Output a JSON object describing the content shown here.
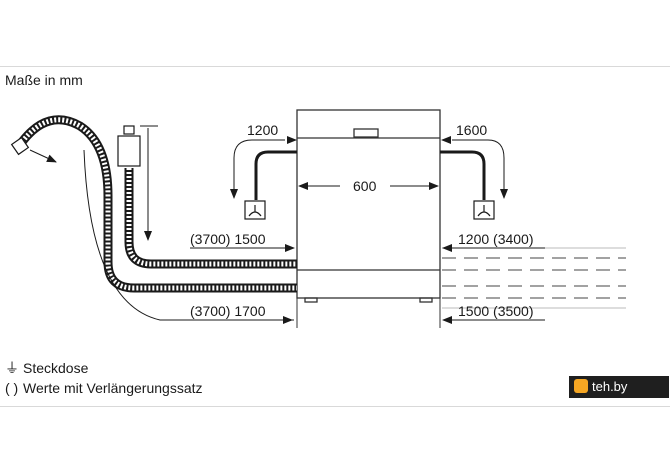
{
  "unit_label": "Maße in mm",
  "dimensions": {
    "left_top": "1200",
    "right_top": "1600",
    "width": "600",
    "left_mid": "(3700) 1500",
    "right_mid": "1200 (3400)",
    "left_bottom": "(3700) 1700",
    "right_bottom": "1500 (3500)"
  },
  "legend": {
    "socket_symbol": "⏚",
    "socket_label": "Steckdose",
    "ext_symbol": "( )",
    "ext_label": "Werte mit Verlängerungssatz"
  },
  "watermark": "teh.by"
}
